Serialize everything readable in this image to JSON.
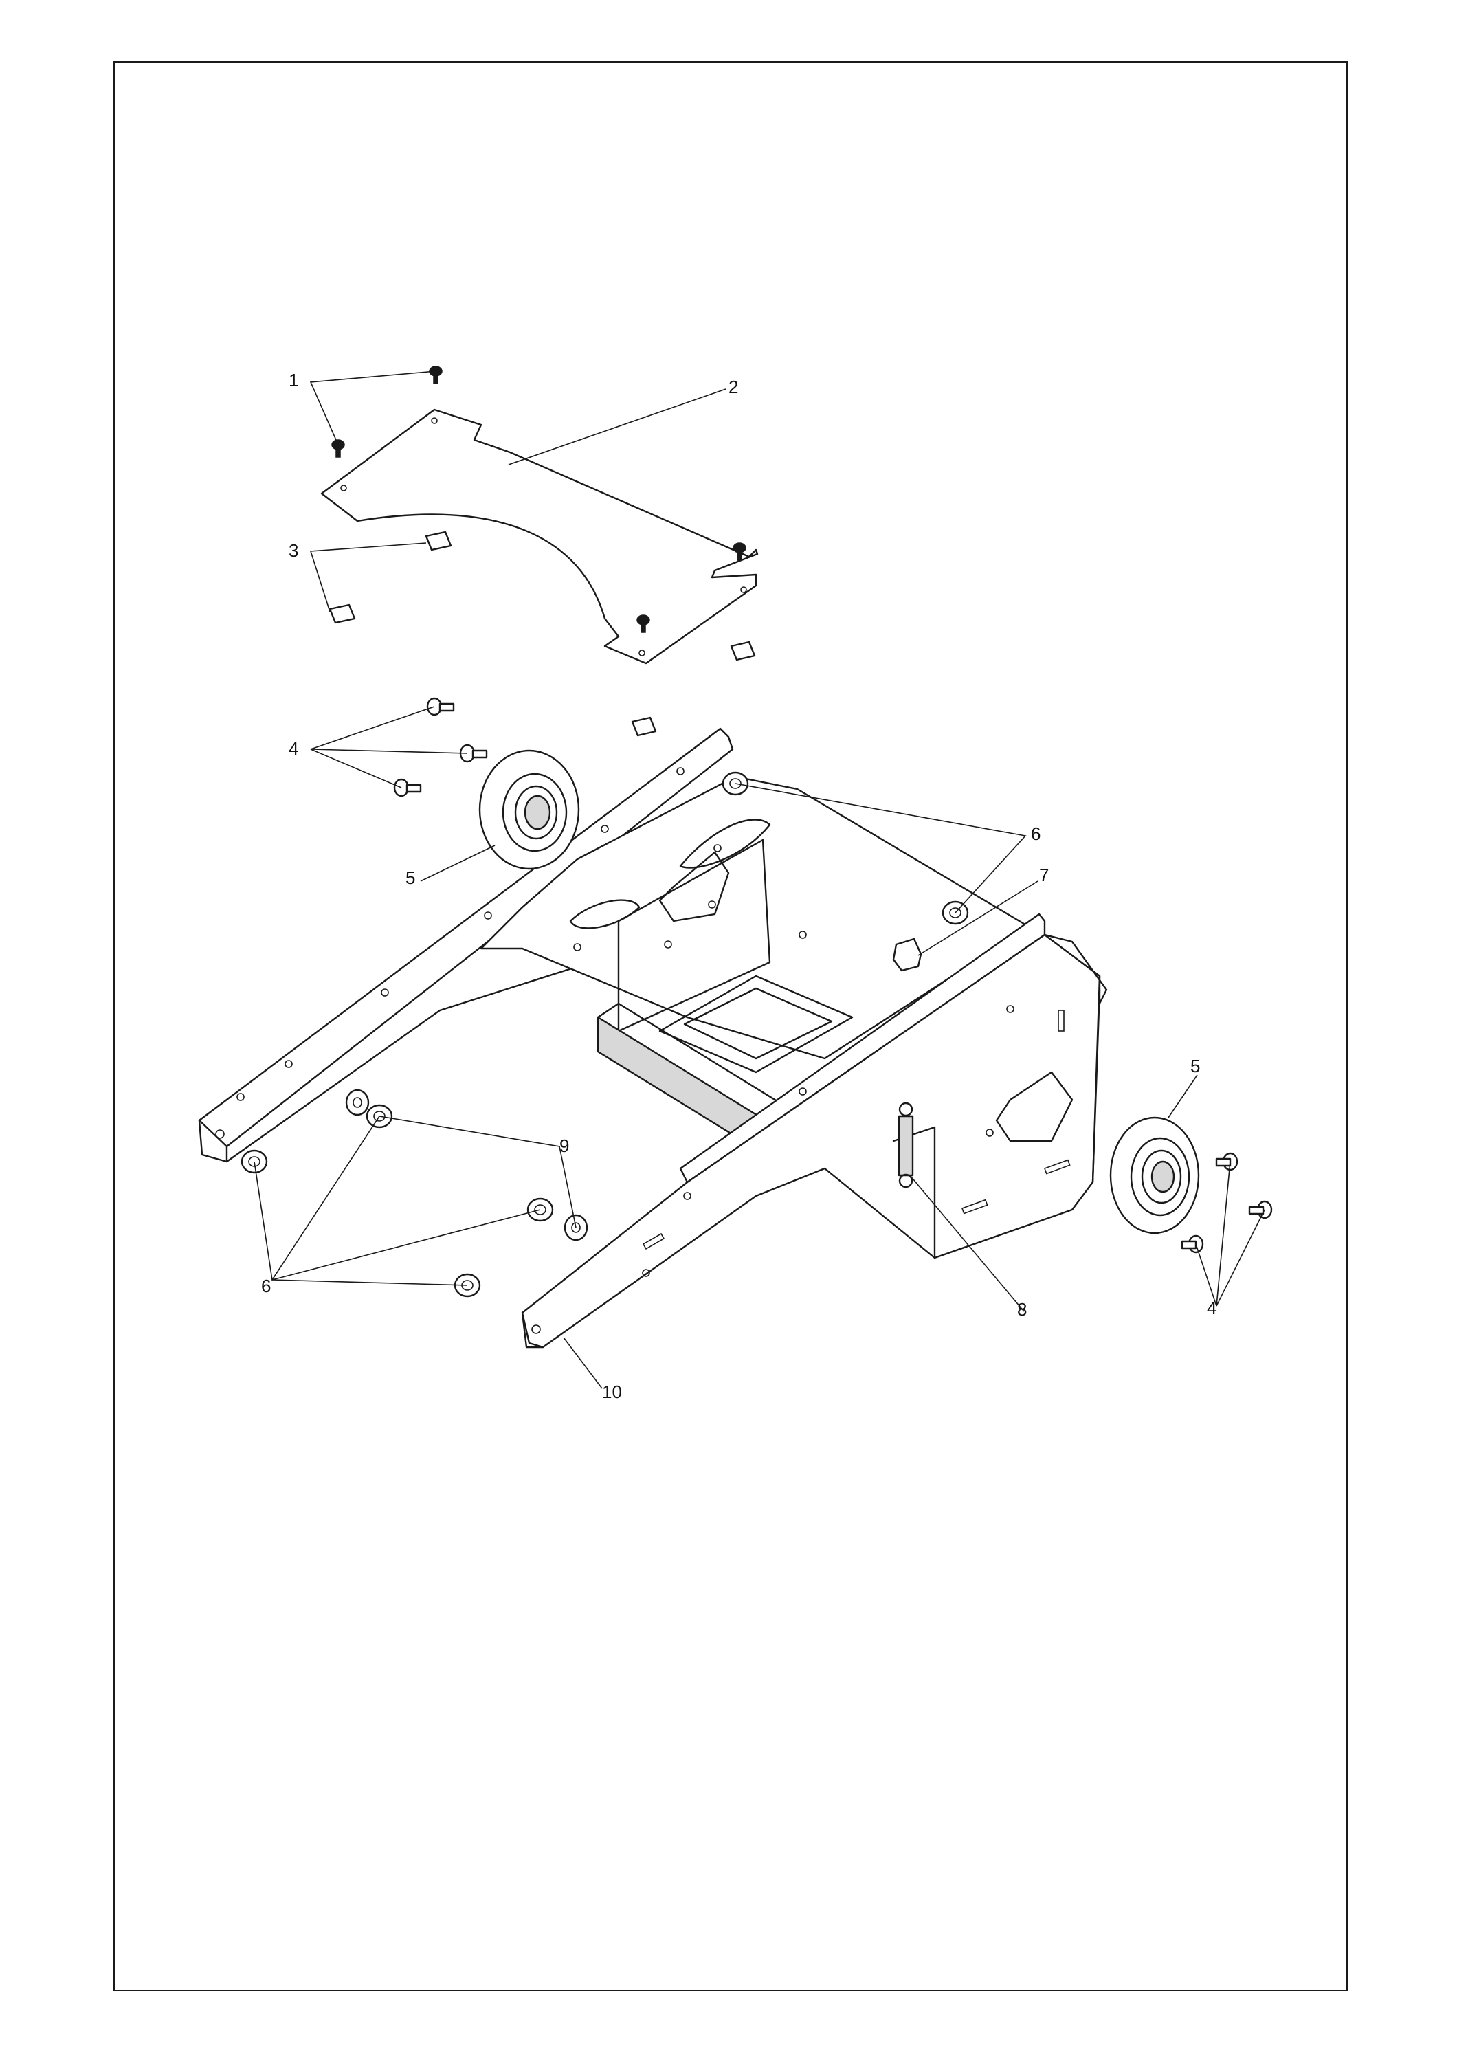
{
  "diagram": {
    "type": "exploded-parts-view",
    "callouts": [
      {
        "id": "1",
        "text": "1"
      },
      {
        "id": "2",
        "text": "2"
      },
      {
        "id": "3",
        "text": "3"
      },
      {
        "id": "4a",
        "text": "4"
      },
      {
        "id": "5a",
        "text": "5"
      },
      {
        "id": "6a",
        "text": "6"
      },
      {
        "id": "7",
        "text": "7"
      },
      {
        "id": "5b",
        "text": "5"
      },
      {
        "id": "9",
        "text": "9"
      },
      {
        "id": "6b",
        "text": "6"
      },
      {
        "id": "8",
        "text": "8"
      },
      {
        "id": "4b",
        "text": "4"
      },
      {
        "id": "10",
        "text": "10"
      }
    ]
  }
}
